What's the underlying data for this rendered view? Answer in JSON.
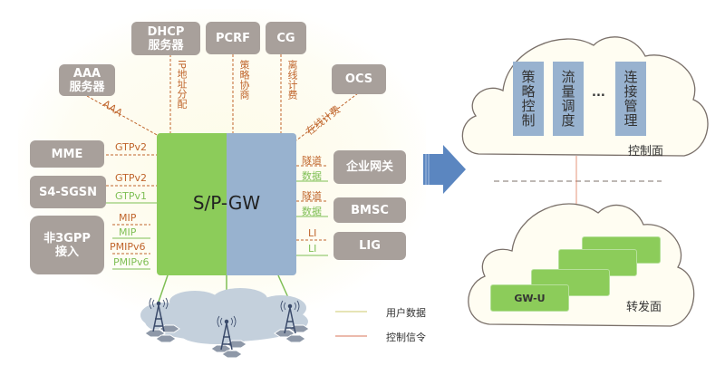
{
  "gateway": {
    "label": "S/P-GW"
  },
  "top_nodes": {
    "aaa": [
      "AAA",
      "服务器"
    ],
    "dhcp": [
      "DHCP",
      "服务器"
    ],
    "pcrf": "PCRF",
    "cg": "CG",
    "ocs": "OCS"
  },
  "top_links": {
    "aaa": "AAA",
    "dhcp": "IP地址分配",
    "pcrf": "策略协商",
    "cg": "离线计费",
    "ocs": "在线计费"
  },
  "left_nodes": {
    "mme": "MME",
    "sgsn": "S4-SGSN",
    "non3gpp": [
      "非3GPP",
      "接入"
    ]
  },
  "left_links": {
    "mme_ctrl": "GTPv2",
    "sgsn_ctrl": "GTPv2",
    "sgsn_data": "GTPv1",
    "non3gpp_ctrl1": "MIP",
    "non3gpp_data1": "MIP",
    "non3gpp_ctrl2": "PMIPv6",
    "non3gpp_data2": "PMIPv6"
  },
  "right_nodes": {
    "enterprise": "企业网关",
    "bmsc": "BMSC",
    "lig": "LIG"
  },
  "right_links": {
    "enterprise_ctrl": "隧道",
    "enterprise_data": "数据",
    "bmsc_ctrl": "隧道",
    "bmsc_data": "数据",
    "lig_ctrl": "LI",
    "lig_data": "LI"
  },
  "legend": {
    "user_data": "用户数据",
    "control_signal": "控制信令"
  },
  "control_plane": {
    "title": "控制面",
    "functions": [
      "策略控制",
      "流量调度",
      "连接管理"
    ],
    "ellipsis": "..."
  },
  "forwarding_plane": {
    "title": "转发面",
    "unit_label": "GW-U"
  },
  "colors": {
    "control_line": "#c0652c",
    "data_line": "#7fbf55",
    "node_gray": "#a8a09b",
    "gw_green": "#8ccc5a",
    "gw_blue": "#98b2cf",
    "arrow_blue": "#5b86c0"
  }
}
